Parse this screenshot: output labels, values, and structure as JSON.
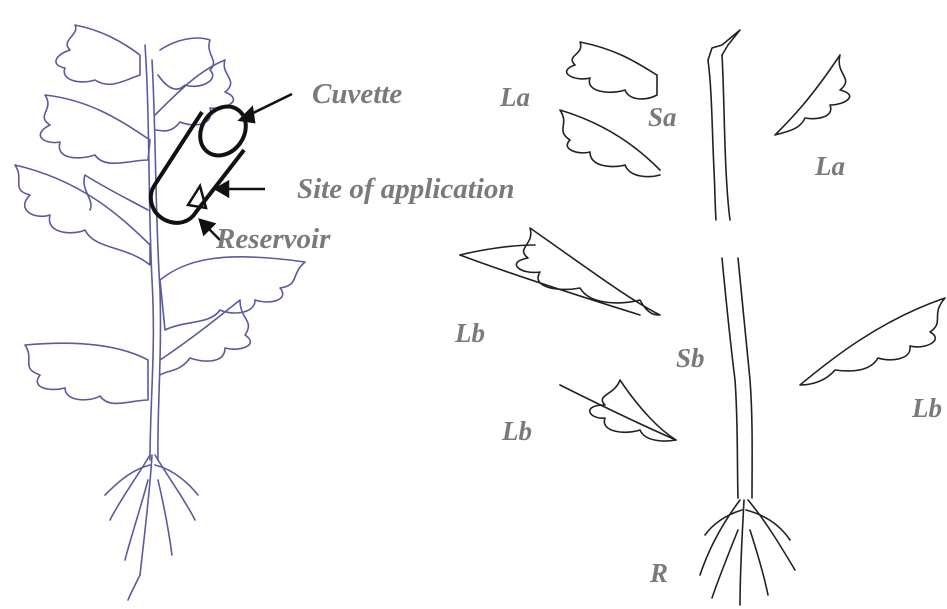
{
  "colors": {
    "label": "#7a7a7a",
    "left_plant_stroke": "#5a5aa0",
    "right_plant_stroke": "#222222",
    "cuvette_stroke": "#111111"
  },
  "left_panel": {
    "labels": {
      "cuvette": "Cuvette",
      "site_of_application": "Site of application",
      "reservoir": "Reservoir"
    }
  },
  "right_panel": {
    "labels": {
      "la_top_left": "La",
      "sa": "Sa",
      "la_right": "La",
      "lb_left": "Lb",
      "sb": "Sb",
      "lb_bottom_left": "Lb",
      "lb_right": "Lb",
      "r": "R"
    }
  }
}
